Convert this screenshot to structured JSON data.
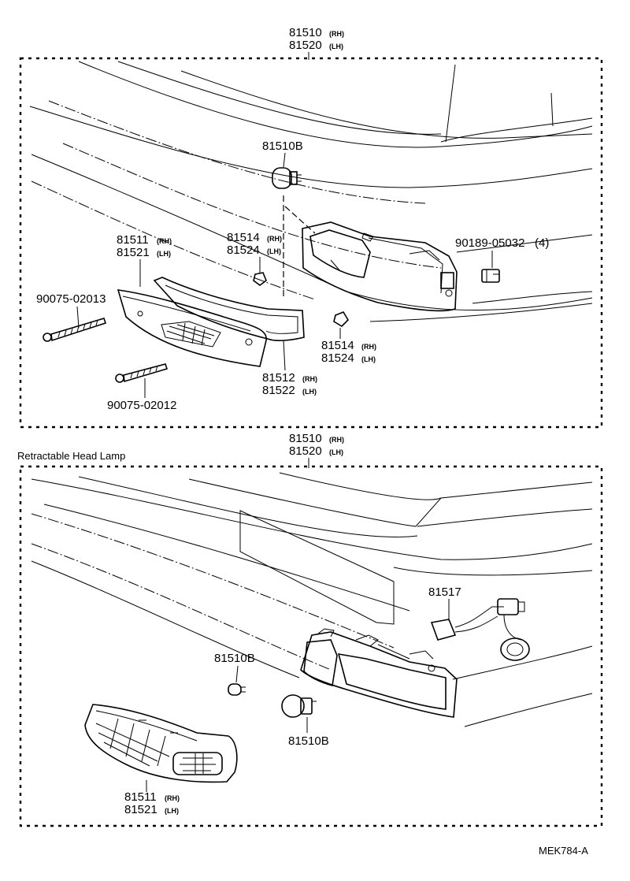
{
  "diagram_code": "MEK784-A",
  "section_top": {
    "assembly_rh": "81510",
    "assembly_rh_side": "(RH)",
    "assembly_lh": "81520",
    "assembly_lh_side": "(LH)",
    "bulb": "81510B",
    "lens_rh": "81511",
    "lens_rh_side": "(RH)",
    "lens_lh": "81521",
    "lens_lh_side": "(LH)",
    "nut_upper_rh": "81514",
    "nut_upper_rh_side": "(RH)",
    "nut_upper_lh": "81524",
    "nut_upper_lh_side": "(LH)",
    "clip": "90189-05032",
    "clip_qty": "(4)",
    "screw_long": "90075-02013",
    "screw_short": "90075-02012",
    "gasket_rh": "81512",
    "gasket_rh_side": "(RH)",
    "gasket_lh": "81522",
    "gasket_lh_side": "(LH)",
    "nut_lower_rh": "81514",
    "nut_lower_rh_side": "(RH)",
    "nut_lower_lh": "81524",
    "nut_lower_lh_side": "(LH)"
  },
  "section_bottom": {
    "title": "Retractable Head Lamp",
    "assembly_rh": "81510",
    "assembly_rh_side": "(RH)",
    "assembly_lh": "81520",
    "assembly_lh_side": "(LH)",
    "socket": "81517",
    "bulb_small": "81510B",
    "bulb_large": "81510B",
    "lens_rh": "81511",
    "lens_rh_side": "(RH)",
    "lens_lh": "81521",
    "lens_lh_side": "(LH)"
  }
}
